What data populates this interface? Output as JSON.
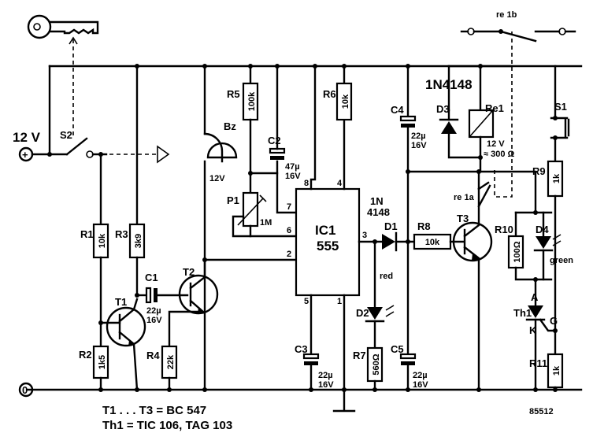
{
  "supply": {
    "plus": "+",
    "voltage": "12 V",
    "ground": "0"
  },
  "switches": {
    "s2": "S2",
    "s1": "S1"
  },
  "relay": {
    "name": "Re1",
    "voltage": "12 V",
    "resistance": "≈ 300 Ω",
    "contact_a": "re 1a",
    "contact_b": "re 1b"
  },
  "ic": {
    "name": "IC1",
    "type": "555",
    "pins": {
      "p8": "8",
      "p4": "4",
      "p7": "7",
      "p6": "6",
      "p2": "2",
      "p3": "3",
      "p5": "5",
      "p1": "1"
    }
  },
  "buzzer": {
    "name": "Bz",
    "voltage": "12V"
  },
  "pot": {
    "name": "P1",
    "value": "1M"
  },
  "resistors": {
    "r1": {
      "name": "R1",
      "value": "10k"
    },
    "r2": {
      "name": "R2",
      "value": "1k5"
    },
    "r3": {
      "name": "R3",
      "value": "3k9"
    },
    "r4": {
      "name": "R4",
      "value": "22k"
    },
    "r5": {
      "name": "R5",
      "value": "100k"
    },
    "r6": {
      "name": "R6",
      "value": "10k"
    },
    "r7": {
      "name": "R7",
      "value": "560Ω"
    },
    "r8": {
      "name": "R8",
      "value": "10k"
    },
    "r9": {
      "name": "R9",
      "value": "1k"
    },
    "r10": {
      "name": "R10",
      "value": "100Ω"
    },
    "r11": {
      "name": "R11",
      "value": "1k"
    }
  },
  "capacitors": {
    "c1": {
      "name": "C1",
      "v1": "22µ",
      "v2": "16V"
    },
    "c2": {
      "name": "C2",
      "v1": "47µ",
      "v2": "16V"
    },
    "c3": {
      "name": "C3",
      "v1": "22µ",
      "v2": "16V"
    },
    "c4": {
      "name": "C4",
      "v1": "22µ",
      "v2": "16V"
    },
    "c5": {
      "name": "C5",
      "v1": "22µ",
      "v2": "16V"
    }
  },
  "transistors": {
    "t1": "T1",
    "t2": "T2",
    "t3": "T3"
  },
  "diodes": {
    "d1": {
      "name": "D1",
      "type_line1": "1N",
      "type_line2": "4148"
    },
    "d2": {
      "name": "D2",
      "color": "red"
    },
    "d3": {
      "name": "D3",
      "type": "1N4148"
    },
    "d4": {
      "name": "D4",
      "color": "green"
    }
  },
  "thyristor": {
    "name": "Th1",
    "anode": "A",
    "cathode": "K",
    "gate": "G"
  },
  "notes": {
    "line1": "T1 . . . T3 = BC 547",
    "line2": "Th1 = TIC 106, TAG 103",
    "code": "85512"
  },
  "icons": [
    "key-icon",
    "arrow-triangle-icon",
    "ground-icon"
  ]
}
